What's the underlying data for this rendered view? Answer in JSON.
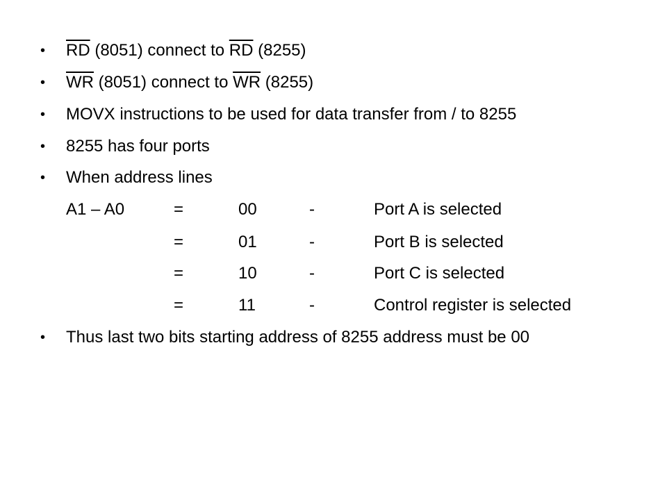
{
  "bullet_glyph": "•",
  "items": [
    {
      "pre_overline": "RD",
      "middle": " (8051) connect to ",
      "post_overline": "RD",
      "suffix": " (8255)"
    },
    {
      "pre_overline": "WR",
      "middle": " (8051) connect to ",
      "post_overline": "WR",
      "suffix": " (8255)"
    },
    {
      "text": "MOVX instructions to be used for data transfer from / to 8255"
    },
    {
      "text": "8255 has four ports"
    },
    {
      "text": "When address lines"
    }
  ],
  "address_table": {
    "label": "A1 – A0",
    "rows": [
      {
        "eq": "=",
        "value": "00",
        "dash": "-",
        "desc": "Port A is selected"
      },
      {
        "eq": "=",
        "value": "01",
        "dash": "-",
        "desc": "Port B is selected"
      },
      {
        "eq": "=",
        "value": "10",
        "dash": "-",
        "desc": "Port C is selected"
      },
      {
        "eq": "=",
        "value": "11",
        "dash": "-",
        "desc": "Control register is selected"
      }
    ]
  },
  "final_bullet": "Thus last two bits starting address of 8255 address must be 00"
}
